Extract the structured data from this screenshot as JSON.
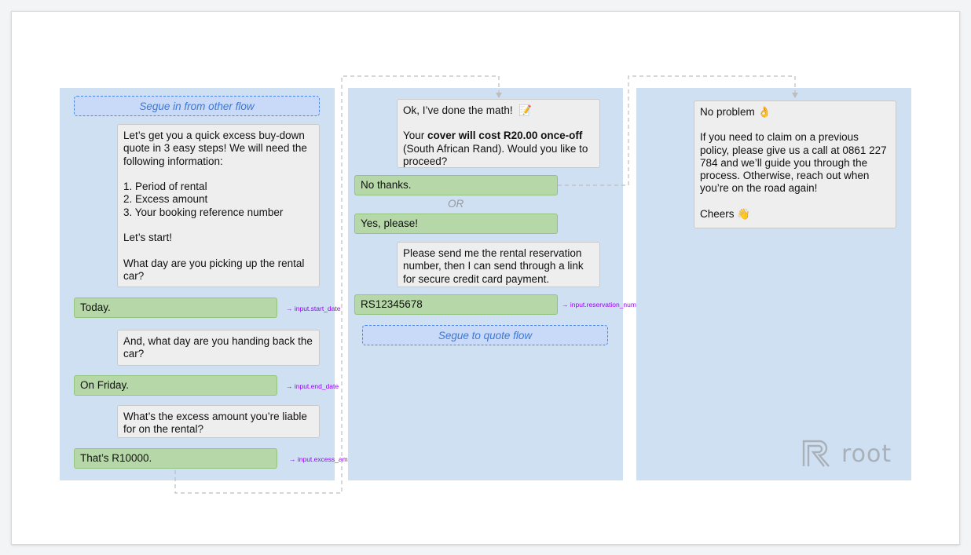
{
  "column1": {
    "segue_in": "Segue in from other flow",
    "intro": "Let’s get you a quick excess buy-down quote in 3 easy steps! We will need the following information:\n\n1. Period of rental\n2. Excess amount\n3. Your booking reference number\n\nLet’s start!\n\nWhat day are you picking up the rental car?",
    "reply_start": "Today.",
    "tag_start": "→ input.start_date",
    "question_end": "And, what day are you handing back the car?",
    "reply_end": "On Friday.",
    "tag_end": "→ input.end_date",
    "question_excess": "What’s the excess amount you’re liable for on the rental?",
    "reply_excess": "That’s R10000.",
    "tag_excess": "→ input.excess_amount"
  },
  "column2": {
    "math_line": "Ok, I’ve done the math!",
    "math_emoji": "📝",
    "cost_prefix": "Your ",
    "cost_bold": "cover will cost R20.00 once-off",
    "cost_suffix": " (South African Rand). Would you like to proceed?",
    "reply_no": "No thanks.",
    "or_text": "OR",
    "reply_yes": "Yes, please!",
    "reservation_request": "Please send me the rental reservation number, then I can send through a link for secure credit card payment.",
    "reply_reservation": "RS12345678",
    "tag_reservation": "→ input.reservation_number",
    "segue_out": "Segue to quote flow"
  },
  "column3": {
    "no_problem": "No problem 👌",
    "claim_text": "If you need to claim on a previous policy, please give us a call at 0861 227 784 and we’ll guide you through the process. Otherwise, reach out when you’re on the road again!",
    "cheers": "Cheers 👋"
  },
  "brand": {
    "logo_text": "root",
    "logo_icon": "root-logo-icon"
  },
  "colors": {
    "column_bg": "#cfe0f3",
    "bot_bubble": "#eeeeee",
    "user_bubble": "#b6d7a8",
    "segue_border": "#4a86e8",
    "tag_text": "#9900ff"
  }
}
